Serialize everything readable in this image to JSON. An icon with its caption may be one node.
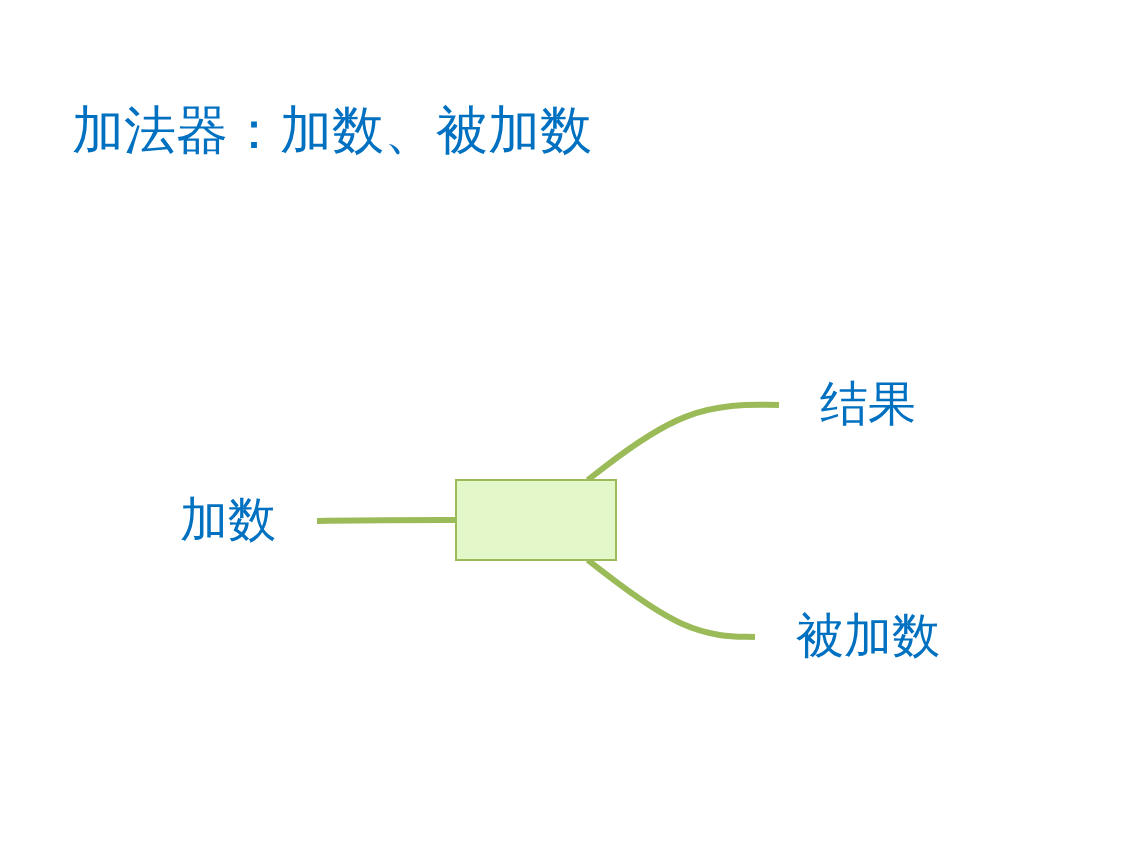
{
  "diagram": {
    "title": "加法器：加数、被加数",
    "nodes": [
      {
        "text": [
          "加数"
        ]
      },
      {
        "text": [],
        "shape": "box"
      },
      {
        "text": [
          "结果"
        ]
      },
      {
        "text": [
          "被加数"
        ]
      }
    ],
    "edges": [
      {
        "from": 0,
        "to": 1,
        "arrow": "none"
      },
      {
        "from": 1,
        "to": 2,
        "arrow": "none"
      },
      {
        "from": 1,
        "to": 3,
        "arrow": "none"
      }
    ]
  }
}
